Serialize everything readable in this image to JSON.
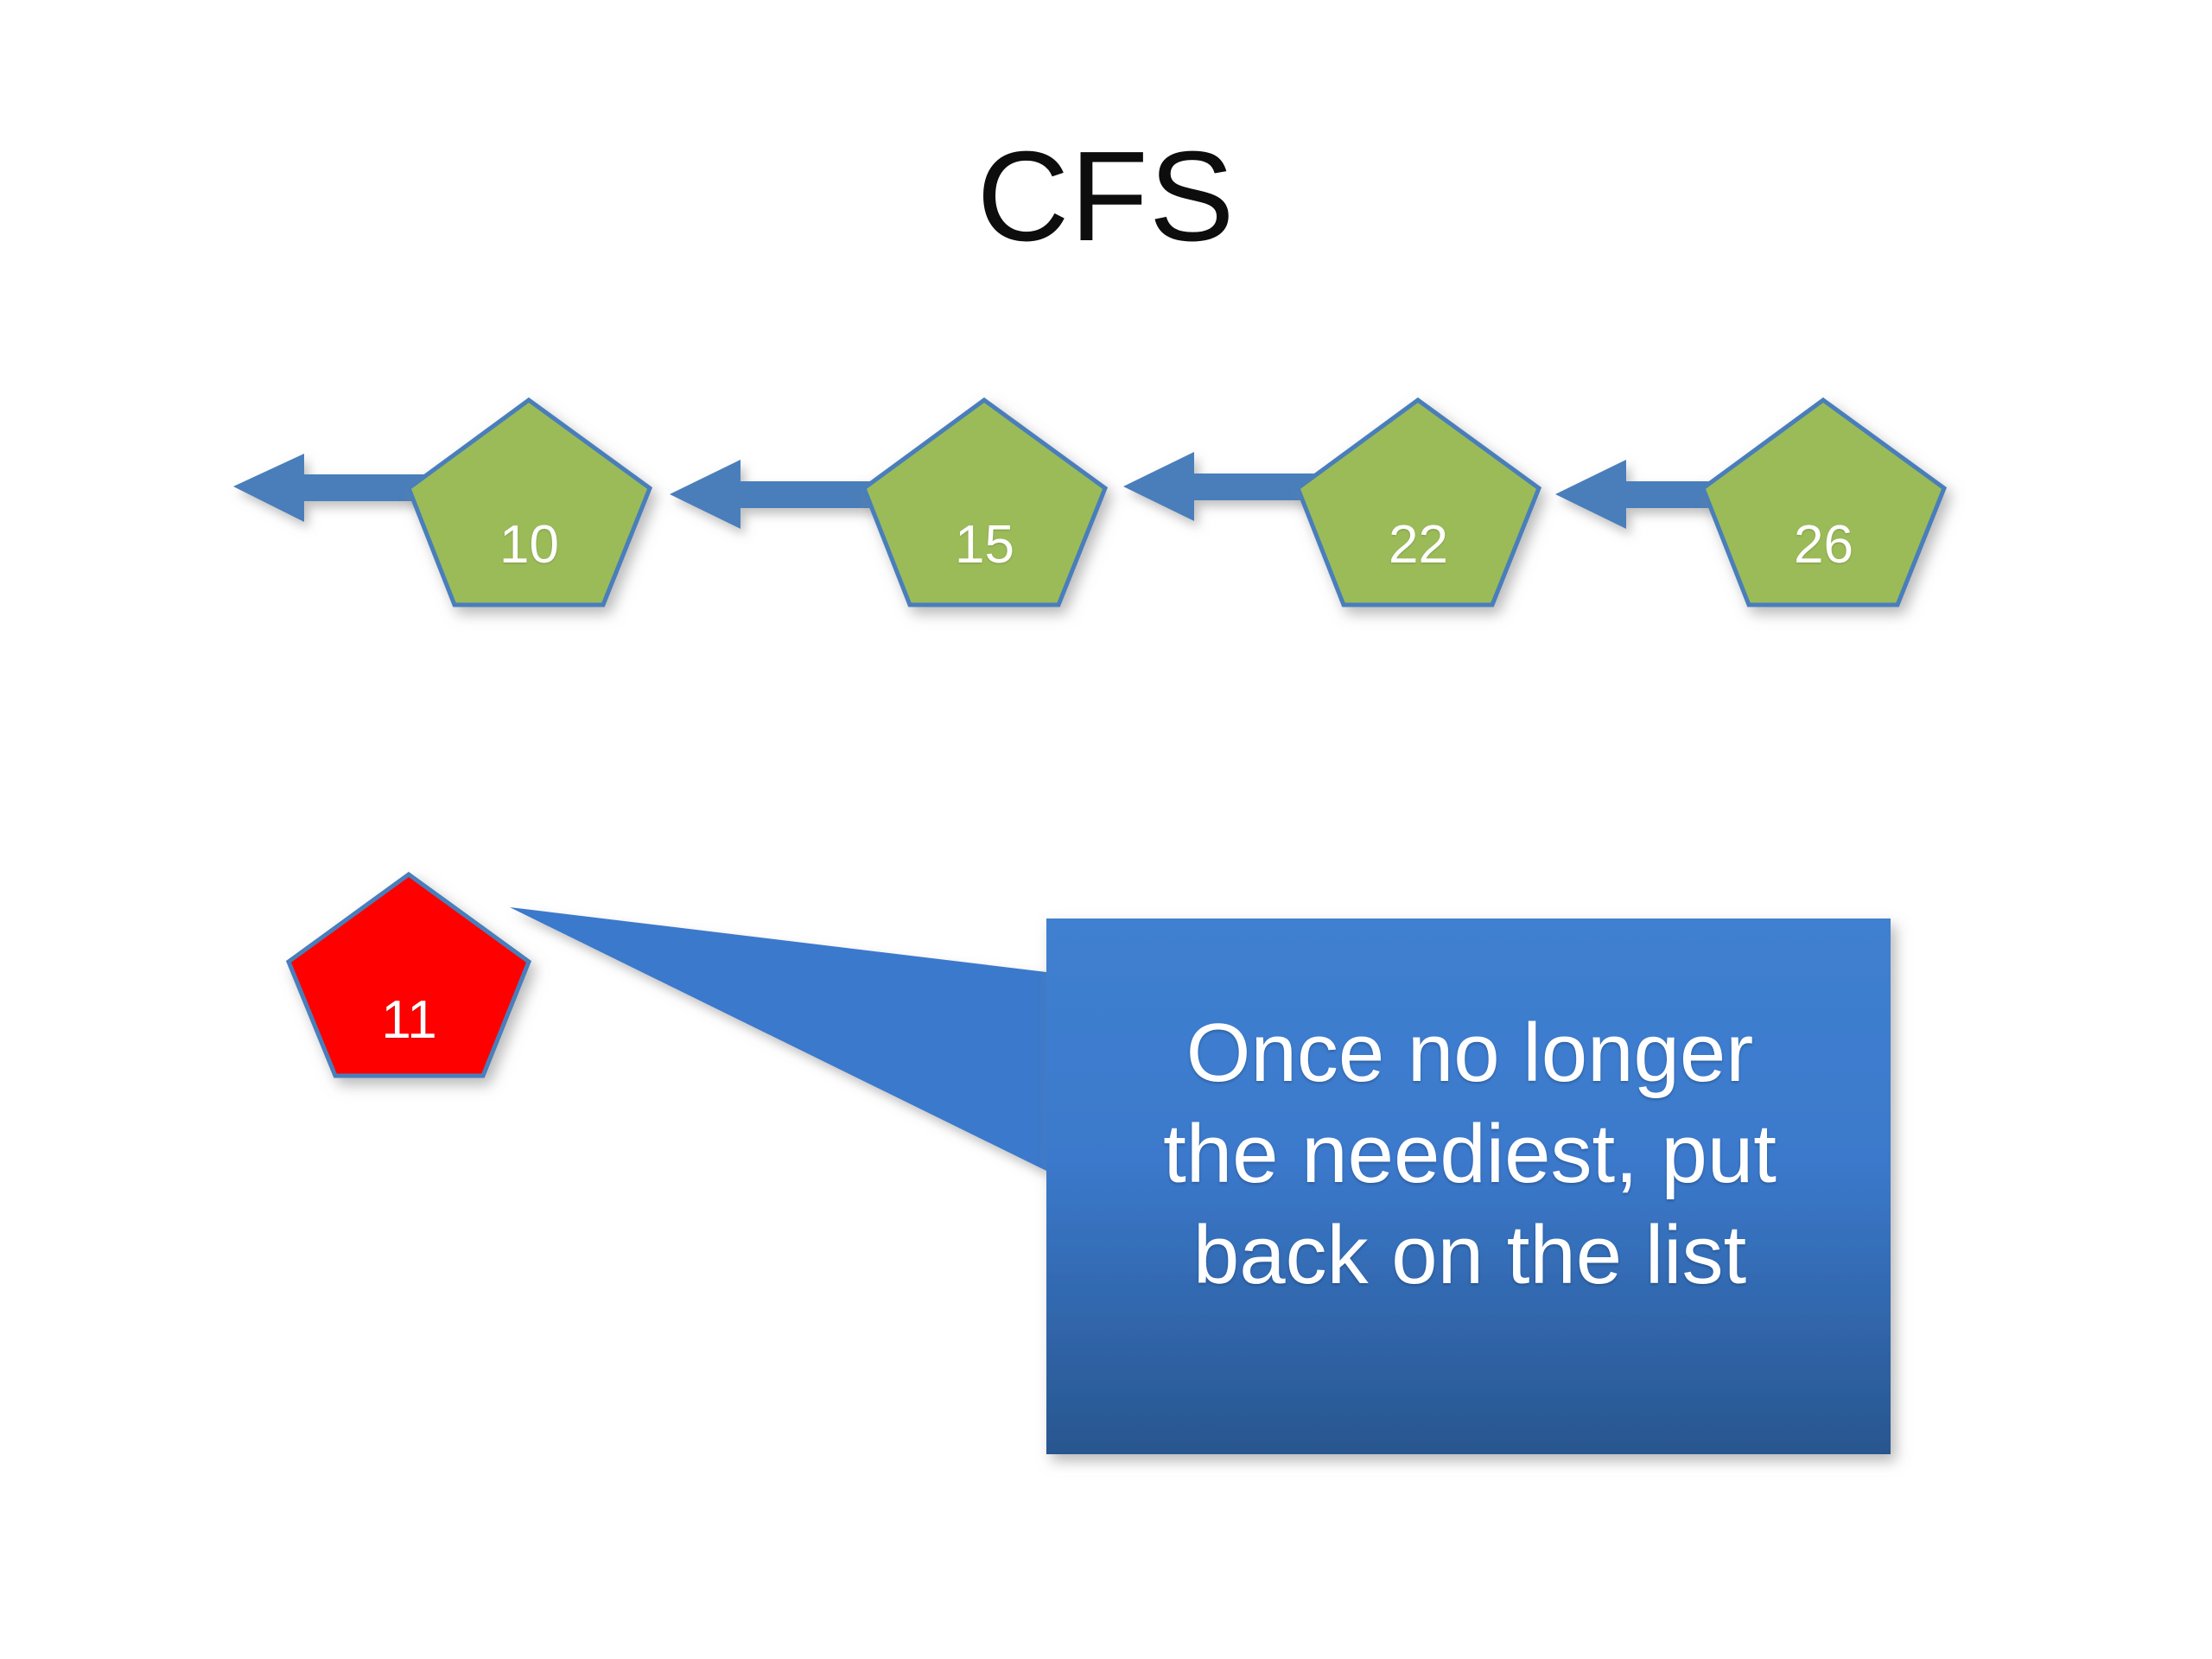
{
  "slide": {
    "title": "CFS",
    "background_color": "#ffffff"
  },
  "colors": {
    "node_green": "#9BBB59",
    "node_red": "#FF0000",
    "node_stroke_blue": "#4A7EBB",
    "arrow_blue": "#4A7EBB",
    "callout_gradient_top": "#3B79CC",
    "callout_gradient_bottom": "#2B5C9B",
    "label_text": "#FFFFFF",
    "title_text": "#0D0D0D"
  },
  "run_queue": {
    "description": "Run queue list of green pentagon tasks linked right-to-left by arrows",
    "nodes": [
      {
        "label": "10",
        "color": "green"
      },
      {
        "label": "15",
        "color": "green"
      },
      {
        "label": "22",
        "color": "green"
      },
      {
        "label": "26",
        "color": "green"
      }
    ],
    "arrow_direction": "left"
  },
  "current_task": {
    "label": "11",
    "color": "red"
  },
  "callout": {
    "text_lines": [
      "Once no longer",
      "the neediest, put",
      "back on the list"
    ],
    "text": "Once no longer the neediest, put back on the list"
  }
}
